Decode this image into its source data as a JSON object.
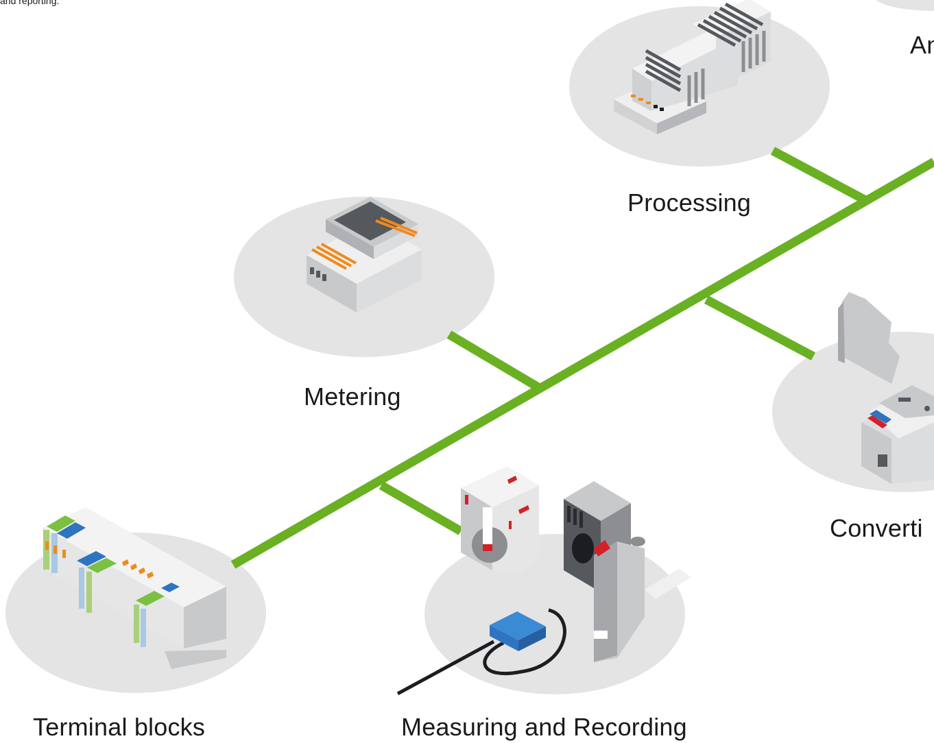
{
  "intro": {
    "text": "and reporting."
  },
  "nodes": {
    "terminal_blocks": {
      "label": "Terminal blocks"
    },
    "metering": {
      "label": "Metering"
    },
    "processing": {
      "label": "Processing"
    },
    "analyzing": {
      "label": "An"
    },
    "converting": {
      "label": "Converti"
    },
    "measuring_recording": {
      "label": "Measuring and Recording"
    }
  },
  "colors": {
    "connector_line": "#6ab023",
    "platform": "#e4e4e4",
    "device_light": "#efefef",
    "device_mid": "#c8c9cb",
    "device_dark": "#55585d",
    "accent_orange": "#f08a1c",
    "accent_green": "#7cc043",
    "accent_blue": "#2f74c0",
    "accent_red": "#d42027"
  }
}
